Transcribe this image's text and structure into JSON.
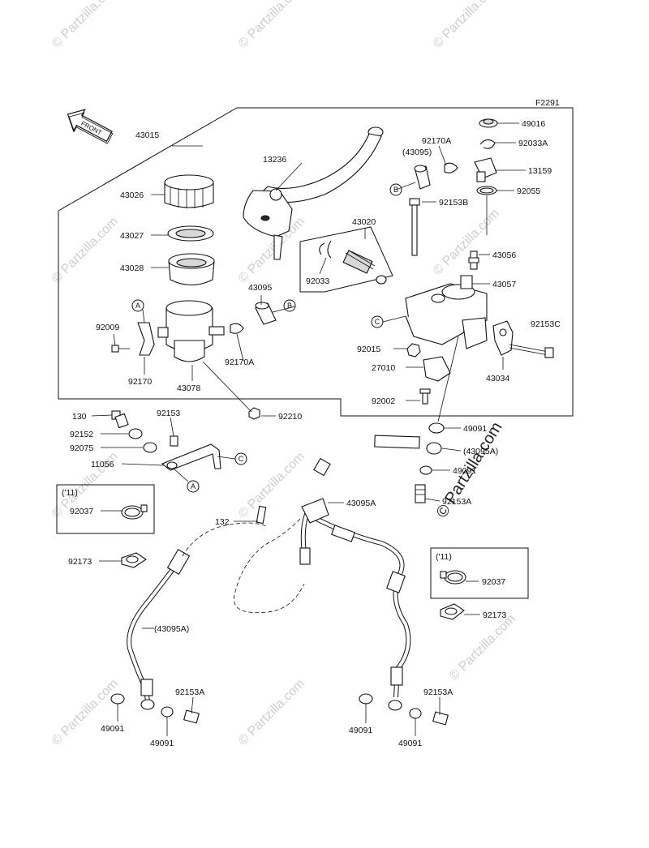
{
  "figure_code": "F2291",
  "front_marker": "FRONT",
  "watermark_small": "© Partzilla.com",
  "watermark_large": "© Partzilla.com",
  "callouts": {
    "a": "A",
    "b": "B",
    "c": "C"
  },
  "labels": {
    "l43015": "43015",
    "l13236": "13236",
    "l43026": "43026",
    "l43027": "43027",
    "l43028": "43028",
    "l43095_top": "43095",
    "l92009": "92009",
    "l92170": "92170",
    "l92170a": "92170A",
    "l43078": "43078",
    "l92210": "92210",
    "l43020": "43020",
    "l92033": "92033",
    "l92170a_right": "92170A",
    "l43095_paren": "(43095)",
    "l49016": "49016",
    "l92033a": "92033A",
    "l13159": "13159",
    "l92055": "92055",
    "l92153b": "92153B",
    "l43056": "43056",
    "l43057": "43057",
    "l92153c": "92153C",
    "l92015": "92015",
    "l27010": "27010",
    "l43034": "43034",
    "l92002": "92002",
    "l49091_mid": "49091",
    "l43095a_paren_mid": "(43095A)",
    "l49091_mid2": "49091",
    "l92153a_mid": "92153A",
    "l130": "130",
    "l92153": "92153",
    "l92152": "92152",
    "l92075": "92075",
    "l11056": "11056",
    "l11_left": "('11)",
    "l92037_left": "92037",
    "l132": "132",
    "l43095a": "43095A",
    "l92173_left": "92173",
    "l43095a_paren_left": "(43095A)",
    "l11_right": "('11)",
    "l92037_right": "92037",
    "l92173_right": "92173",
    "l92153a_bl": "92153A",
    "l49091_bl1": "49091",
    "l49091_bl2": "49091",
    "l92153a_br": "92153A",
    "l49091_br1": "49091",
    "l49091_br2": "49091"
  },
  "colors": {
    "line": "#111111",
    "watermark": "#cfcfcf",
    "background": "#ffffff"
  }
}
